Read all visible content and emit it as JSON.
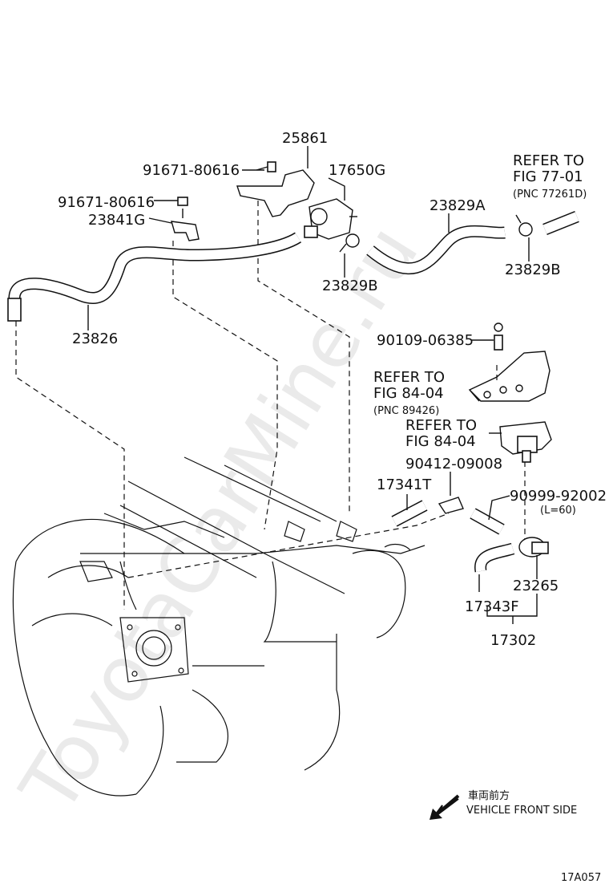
{
  "watermark": "ToyotaCarMine.ru",
  "part_labels": {
    "p25861": "25861",
    "p91671_a": "91671-80616",
    "p17650g": "17650G",
    "p91671_b": "91671-80616",
    "p23841g": "23841G",
    "p23829a": "23829A",
    "p23829b_left": "23829B",
    "p23829b_right": "23829B",
    "p23826": "23826",
    "p90109": "90109-06385",
    "p90412": "90412-09008",
    "p17341t": "17341T",
    "p90999": "90999-92002",
    "p90999_len": "(L=60)",
    "p23265": "23265",
    "p17343f": "17343F",
    "p17302": "17302"
  },
  "refer_notes": {
    "fig77": {
      "line1": "REFER TO",
      "line2": "FIG 77-01",
      "line3": "(PNC 77261D)"
    },
    "fig84a": {
      "line1": "REFER TO",
      "line2": "FIG 84-04",
      "line3": "(PNC 89426)"
    },
    "fig84b": {
      "line1": "REFER TO",
      "line2": "FIG 84-04"
    }
  },
  "direction": {
    "jp": "車両前方",
    "en": "VEHICLE FRONT SIDE"
  },
  "figure_code": "17A057"
}
